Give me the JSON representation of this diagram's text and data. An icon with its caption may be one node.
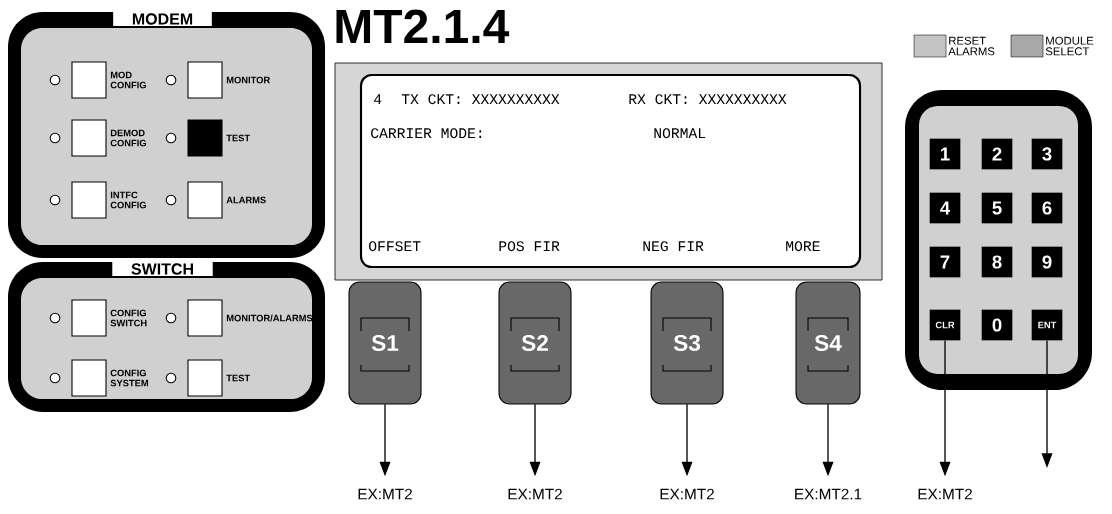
{
  "diagram": {
    "title": "MT2.1.4",
    "nodes": [
      {
        "text": [
          "MODEM"
        ]
      },
      {
        "text": [
          "MOD CONFIG"
        ],
        "in": 0
      },
      {
        "text": [
          "MONITOR"
        ],
        "in": 0
      },
      {
        "text": [
          "DEMOD CONFIG"
        ],
        "in": 0
      },
      {
        "text": [
          "TEST"
        ],
        "in": 0
      },
      {
        "text": [
          "INTFC CONFIG"
        ],
        "in": 0
      },
      {
        "text": [
          "ALARMS"
        ],
        "in": 0
      },
      {
        "text": [
          "SWITCH"
        ]
      },
      {
        "text": [
          "CONFIG SWITCH"
        ],
        "in": 7
      },
      {
        "text": [
          "MONITOR/ALARMS"
        ],
        "in": 7
      },
      {
        "text": [
          "CONFIG SYSTEM"
        ],
        "in": 7
      },
      {
        "text": [
          "TEST"
        ],
        "in": 7
      },
      {
        "text": [
          "4",
          "TX CKT: XXXXXXXXXX",
          "RX CKT: XXXXXXXXXX",
          "CARRIER MODE:",
          "NORMAL",
          "OFFSET",
          "POS FIR",
          "NEG FIR",
          "MORE"
        ]
      },
      {
        "text": [
          "S1"
        ]
      },
      {
        "text": [
          "S2"
        ]
      },
      {
        "text": [
          "S3"
        ]
      },
      {
        "text": [
          "S4"
        ]
      },
      {
        "text": [
          "RESET ALARMS"
        ]
      },
      {
        "text": [
          "MODULE SELECT"
        ]
      },
      {
        "text": [],
        "shape": "box"
      },
      {
        "text": [
          "1"
        ],
        "in": 19
      },
      {
        "text": [
          "2"
        ],
        "in": 19
      },
      {
        "text": [
          "3"
        ],
        "in": 19
      },
      {
        "text": [
          "4"
        ],
        "in": 19
      },
      {
        "text": [
          "5"
        ],
        "in": 19
      },
      {
        "text": [
          "6"
        ],
        "in": 19
      },
      {
        "text": [
          "7"
        ],
        "in": 19
      },
      {
        "text": [
          "8"
        ],
        "in": 19
      },
      {
        "text": [
          "9"
        ],
        "in": 19
      },
      {
        "text": [
          "CLR"
        ],
        "in": 19
      },
      {
        "text": [
          "0"
        ],
        "in": 19
      },
      {
        "text": [
          "ENT"
        ],
        "in": 19
      },
      {
        "text": [
          "EX:MT2"
        ]
      },
      {
        "text": [
          "EX:MT2"
        ]
      },
      {
        "text": [
          "EX:MT2"
        ]
      },
      {
        "text": [
          "EX:MT2.1"
        ]
      },
      {
        "text": [
          "EX:MT2"
        ]
      }
    ],
    "edges": [
      {
        "from": 13,
        "to": 32,
        "arrow": "to"
      },
      {
        "from": 14,
        "to": 33,
        "arrow": "to"
      },
      {
        "from": 15,
        "to": 34,
        "arrow": "to"
      },
      {
        "from": 16,
        "to": 35,
        "arrow": "to"
      },
      {
        "from": 29,
        "to": 36,
        "arrow": "to"
      },
      {
        "from": 31,
        "to": null,
        "arrow": "to"
      }
    ]
  }
}
